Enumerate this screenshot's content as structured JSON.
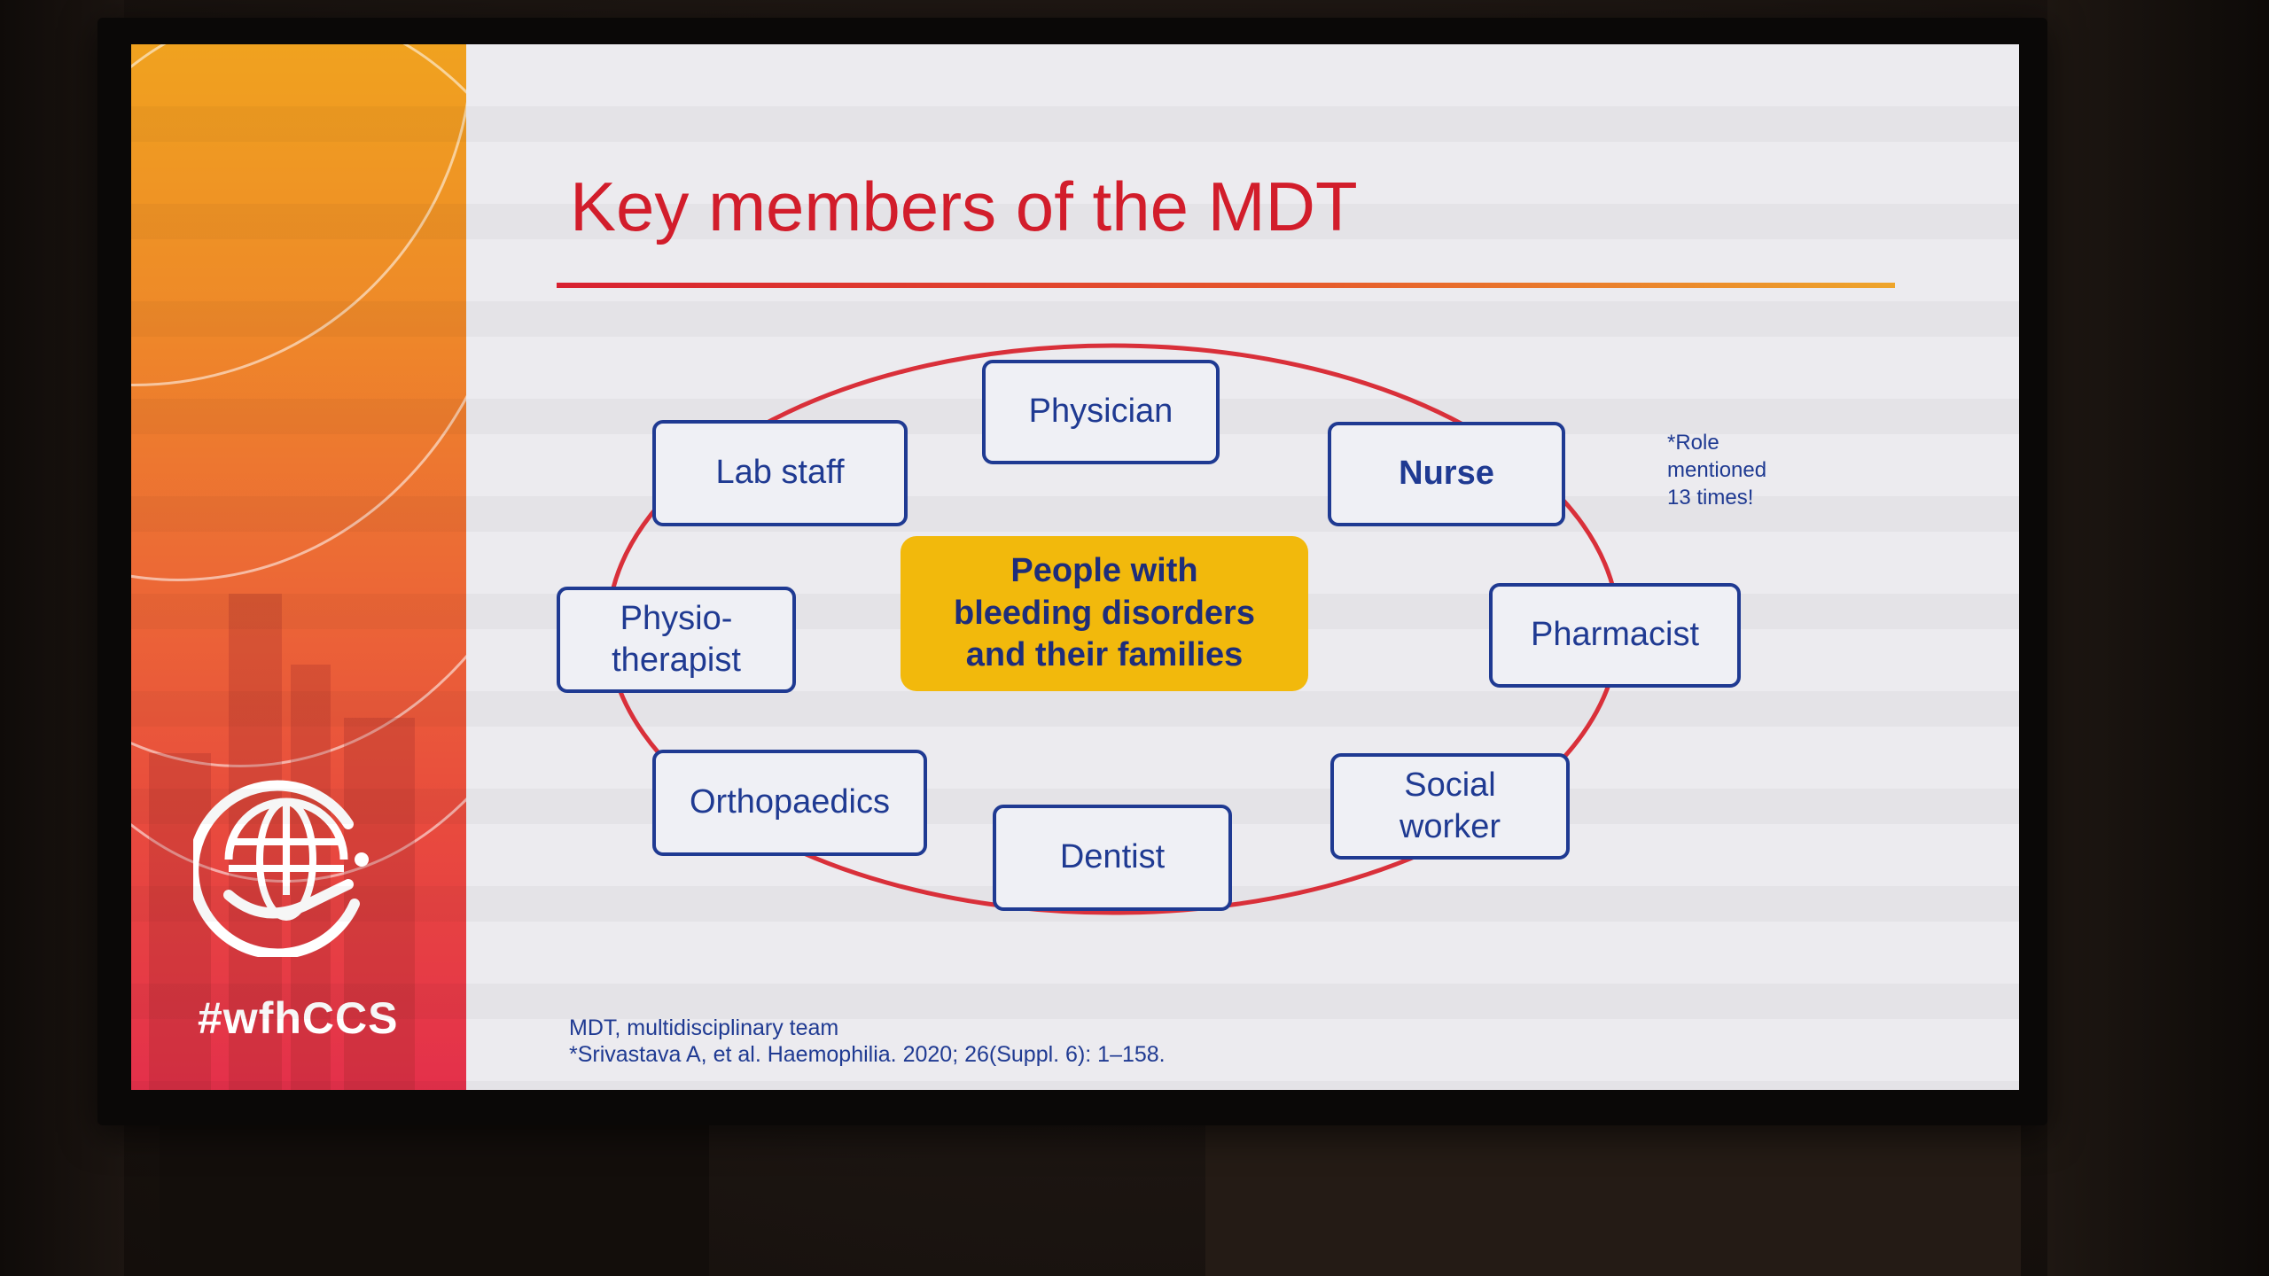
{
  "slide": {
    "title": "Key members of the MDT",
    "hashtag": "#wfhCCS",
    "center": "People with\nbleeding disorders\nand their families",
    "members": [
      {
        "id": "physician",
        "label": "Physician",
        "bold": false
      },
      {
        "id": "nurse",
        "label": "Nurse",
        "bold": true
      },
      {
        "id": "pharmacist",
        "label": "Pharmacist",
        "bold": false
      },
      {
        "id": "social-worker",
        "label": "Social\nworker",
        "bold": false
      },
      {
        "id": "dentist",
        "label": "Dentist",
        "bold": false
      },
      {
        "id": "orthopaedics",
        "label": "Orthopaedics",
        "bold": false
      },
      {
        "id": "physiotherapist",
        "label": "Physio-\ntherapist",
        "bold": false
      },
      {
        "id": "lab-staff",
        "label": "Lab staff",
        "bold": false
      }
    ],
    "nurse_note": "*Role\nmentioned\n13 times!",
    "footnote_abbrev": "MDT, multidisciplinary team",
    "footnote_ref": "*Srivastava A, et al. Haemophilia. 2020; 26(Suppl. 6): 1–158."
  },
  "colors": {
    "title_red": "#d21d2b",
    "node_border_blue": "#1f3a92",
    "center_yellow": "#f2b90c",
    "connector_red": "#d9303a"
  },
  "icons": [
    "wfh-globe-hand-logo"
  ]
}
